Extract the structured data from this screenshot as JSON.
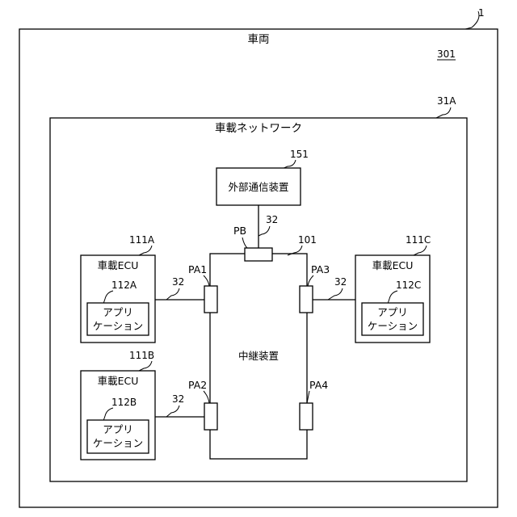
{
  "figure_ref": "1",
  "vehicle": {
    "title": "車両",
    "ref": "301"
  },
  "network": {
    "title": "車載ネットワーク",
    "ref": "31A"
  },
  "comm_device": {
    "label": "外部通信装置",
    "ref": "151"
  },
  "relay": {
    "label": "中継装置",
    "ref": "101"
  },
  "ports": {
    "pb": "PB",
    "pa1": "PA1",
    "pa2": "PA2",
    "pa3": "PA3",
    "pa4": "PA4"
  },
  "cable_ref": "32",
  "ecus": {
    "a": {
      "label": "車載ECU",
      "ref": "111A",
      "app_line1": "アプリ",
      "app_line2": "ケーション",
      "app_ref": "112A"
    },
    "b": {
      "label": "車載ECU",
      "ref": "111B",
      "app_line1": "アプリ",
      "app_line2": "ケーション",
      "app_ref": "112B"
    },
    "c": {
      "label": "車載ECU",
      "ref": "111C",
      "app_line1": "アプリ",
      "app_line2": "ケーション",
      "app_ref": "112C"
    }
  }
}
